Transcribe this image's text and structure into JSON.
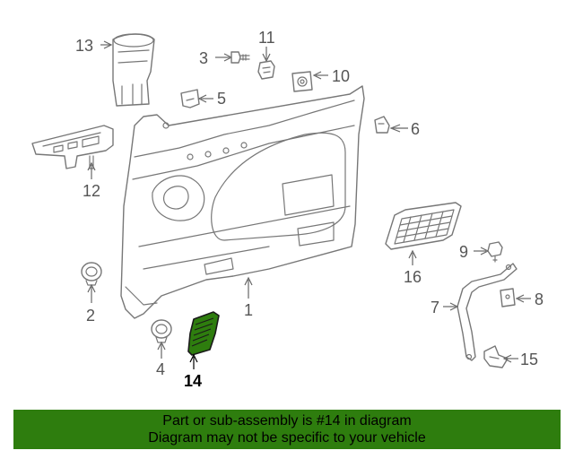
{
  "callouts": {
    "c1": "1",
    "c2": "2",
    "c3": "3",
    "c4": "4",
    "c5": "5",
    "c6": "6",
    "c7": "7",
    "c8": "8",
    "c9": "9",
    "c10": "10",
    "c11": "11",
    "c12": "12",
    "c13": "13",
    "c14": "14",
    "c15": "15",
    "c16": "16"
  },
  "highlight": {
    "part": "14",
    "color": "#2e7d0e"
  },
  "banner": {
    "line1": "Part or sub-assembly is #14 in diagram",
    "line2": "Diagram may not be specific to your vehicle",
    "background": "#2e7d0e"
  }
}
